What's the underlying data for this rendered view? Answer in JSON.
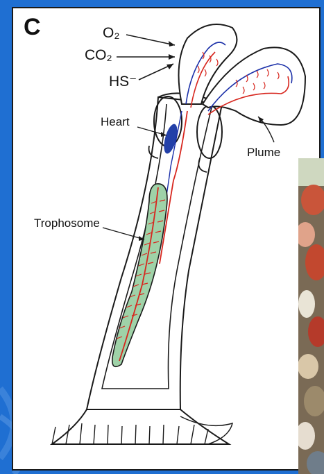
{
  "panel_letter": "C",
  "gases": {
    "o2": "O₂",
    "co2": "CO₂",
    "hs": "HS⁻"
  },
  "labels": {
    "heart": "Heart",
    "plume": "Plume",
    "trophosome": "Trophosome"
  },
  "colors": {
    "background": "#1f6fd2",
    "arterial": "#d7261e",
    "venous": "#1a2fa8",
    "heart": "#2340a8",
    "trophosome_fill": "#9fd2a8",
    "outline": "#1a1a1a"
  }
}
